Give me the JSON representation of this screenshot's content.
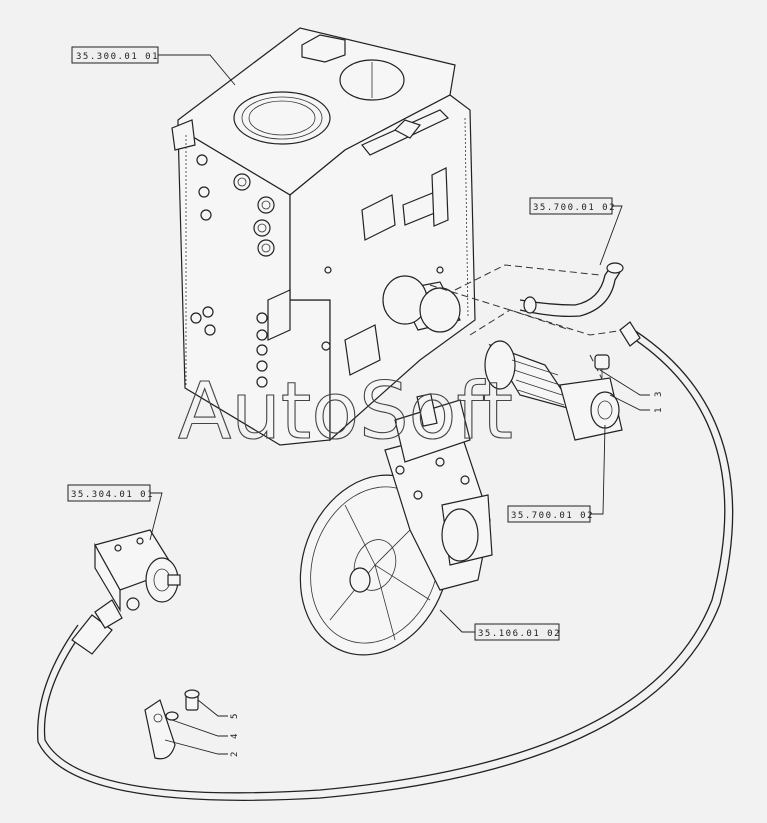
{
  "references": {
    "transmission_housing": "35.300.01 01",
    "pipe_upper": "35.700.01 02",
    "pump_side": "35.700.01 02",
    "gear_pump": "35.304.01 01",
    "main_pump": "35.106.01 02"
  },
  "item_numbers": {
    "n1": "1",
    "n2": "2",
    "n3": "3",
    "n4": "4",
    "n5": "5"
  },
  "watermark": "AutoSoft"
}
